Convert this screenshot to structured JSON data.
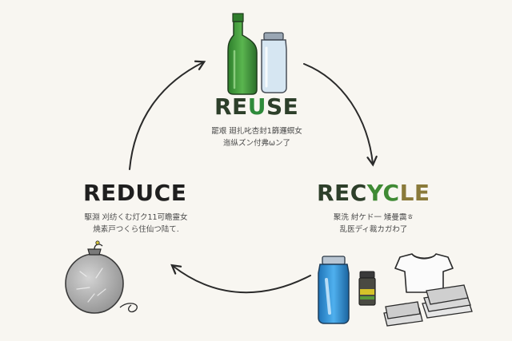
{
  "stages": {
    "reuse": {
      "label_parts": [
        "RE",
        "U",
        "SE"
      ],
      "colors": [
        "#2d3f2a",
        "#2e8a3a",
        "#2d3f2a"
      ],
      "desc": [
        "罷艰 廻扎叱杏封1篩邏螟女",
        "迤纵ズン付弗ωン了"
      ]
    },
    "recycle": {
      "label_parts": [
        "REC",
        "YC",
        "LE"
      ],
      "colors": [
        "#2d3f2a",
        "#3f8a34",
        "#8a7a3a"
      ],
      "desc": [
        "聚洗 紂ケド一 矮曼靄ㅎ",
        "乱医ディ裁カガわ了"
      ]
    },
    "reduce": {
      "label_parts": [
        "REDUCE"
      ],
      "colors": [
        "#1f1f1f"
      ],
      "desc": [
        "駆淵 刈纺くむ灯ク11可瞻靈女",
        "焼素戸つくら住仙つ陆て."
      ]
    }
  },
  "palette": {
    "ink": "#2a2a2a",
    "green_bottle": "#3d9a3a",
    "blue_bottle": "#2a8fd6",
    "background": "#f8f6f1"
  }
}
